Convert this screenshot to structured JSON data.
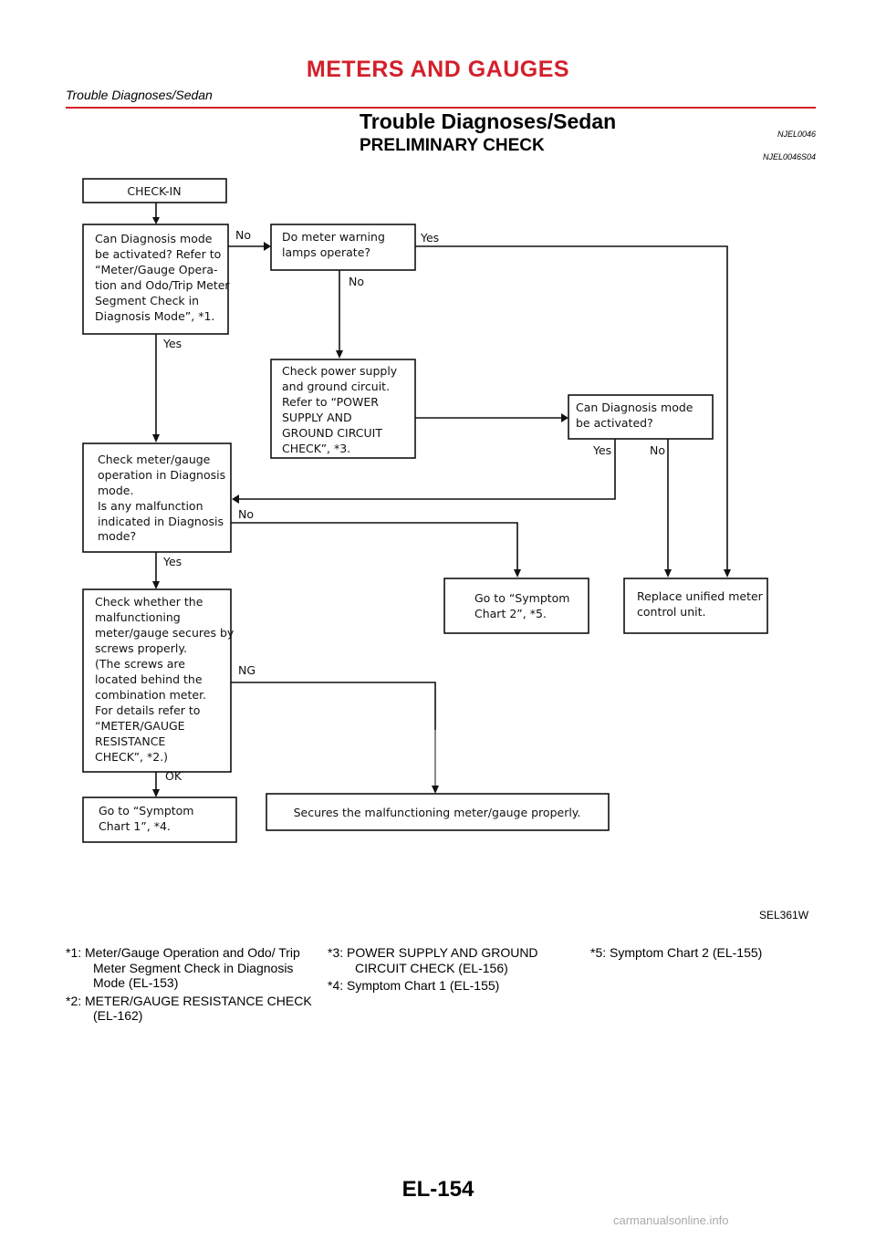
{
  "header": {
    "section_title": "METERS AND GAUGES",
    "section_subtitle": "Trouble Diagnoses/Sedan",
    "colors": {
      "section_title": "#d4202b",
      "rule": "#d4202b",
      "watermark": "#aaaaaa"
    }
  },
  "headings": {
    "title": "Trouble Diagnoses/Sedan",
    "title_code": "NJEL0046",
    "subtitle": "PRELIMINARY CHECK",
    "subtitle_code": "NJEL0046S04"
  },
  "flowchart": {
    "boxes": {
      "check_in": [
        "CHECK-IN"
      ],
      "diag_activate": [
        "Can Diagnosis mode",
        "be activated? Refer to",
        "“Meter/Gauge Opera-",
        "tion and Odo/Trip Meter",
        "Segment Check in",
        "Diagnosis Mode”, *1."
      ],
      "warning_lamps": [
        "Do meter warning",
        "lamps operate?"
      ],
      "power_supply": [
        "Check power supply",
        "and ground circuit.",
        "Refer to “POWER",
        "SUPPLY AND",
        "GROUND CIRCUIT",
        "CHECK”, *3."
      ],
      "diag_activate_2": [
        "Can Diagnosis mode",
        "be activated?"
      ],
      "check_meter": [
        "Check meter/gauge",
        "operation in Diagnosis",
        "mode.",
        "Is any malfunction",
        "indicated in Diagnosis",
        "mode?"
      ],
      "symptom_2": [
        "Go to “Symptom",
        "Chart 2”, *5."
      ],
      "replace_unit": [
        "Replace unified meter",
        "control unit."
      ],
      "check_screws": [
        "Check whether the",
        "malfunctioning",
        "meter/gauge secures by",
        "screws properly.",
        "(The screws are",
        "located behind the",
        "combination meter.",
        "For details refer to",
        "“METER/GAUGE",
        "RESISTANCE",
        "CHECK”, *2.)"
      ],
      "symptom_1": [
        "Go to “Symptom",
        "Chart 1”, *4."
      ],
      "secure_meter": [
        "Secures the malfunctioning meter/gauge properly."
      ]
    },
    "labels": {
      "no_1": "No",
      "yes_1": "Yes",
      "yes_2": "Yes",
      "no_2": "No",
      "yes_3": "Yes",
      "no_3": "No",
      "no_4": "No",
      "yes_4": "Yes",
      "ng": "NG",
      "ok": "OK"
    },
    "figure_id": "SEL361W"
  },
  "footnotes": {
    "col1": [
      {
        "key": "*1:",
        "text": "Meter/Gauge Operation and Odo/ Trip Meter Segment Check in Diagnosis Mode (EL-153)"
      },
      {
        "key": "*2:",
        "text": "METER/GAUGE RESISTANCE CHECK (EL-162)"
      }
    ],
    "col2": [
      {
        "key": "*3:",
        "text": "POWER SUPPLY AND GROUND CIRCUIT CHECK (EL-156)"
      },
      {
        "key": "*4:",
        "text": "Symptom Chart 1 (EL-155)"
      }
    ],
    "col3": [
      {
        "key": "*5:",
        "text": "Symptom Chart 2 (EL-155)"
      }
    ]
  },
  "footer": {
    "page_number": "EL-154",
    "watermark": "carmanualsonline.info"
  }
}
